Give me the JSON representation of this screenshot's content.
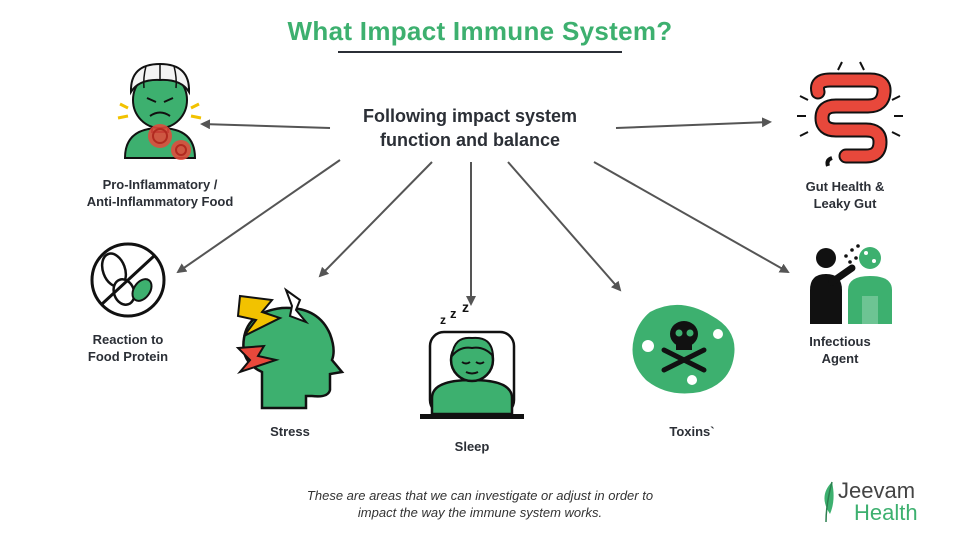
{
  "title": "What Impact Immune System?",
  "hub": {
    "line1": "Following impact system",
    "line2": "function and balance"
  },
  "nodes": {
    "inflammatory_food": {
      "line1": "Pro-Inflammatory /",
      "line2": "Anti-Inflammatory Food",
      "icon": "inflamed-person-icon"
    },
    "gut_health": {
      "line1": "Gut Health &",
      "line2": "Leaky Gut",
      "icon": "intestine-icon"
    },
    "food_protein": {
      "line1": "Reaction to",
      "line2": "Food Protein",
      "icon": "no-peanut-icon"
    },
    "stress": {
      "line1": "Stress",
      "icon": "stress-head-icon"
    },
    "sleep": {
      "line1": "Sleep",
      "icon": "sleeping-person-icon"
    },
    "toxins": {
      "line1": "Toxins`",
      "icon": "toxin-skull-icon"
    },
    "infectious": {
      "line1": "Infectious",
      "line2": "Agent",
      "icon": "infection-spread-icon"
    }
  },
  "footer": {
    "line1": "These are areas that we can investigate or adjust in order to",
    "line2": "impact the way the immune system works."
  },
  "logo": {
    "word1": "Jeevam",
    "word2": "Health",
    "icon": "leaf-icon"
  },
  "colors": {
    "accent": "#3db06f",
    "text": "#2b2f36",
    "arrow": "#555555",
    "red": "#e8483b"
  }
}
